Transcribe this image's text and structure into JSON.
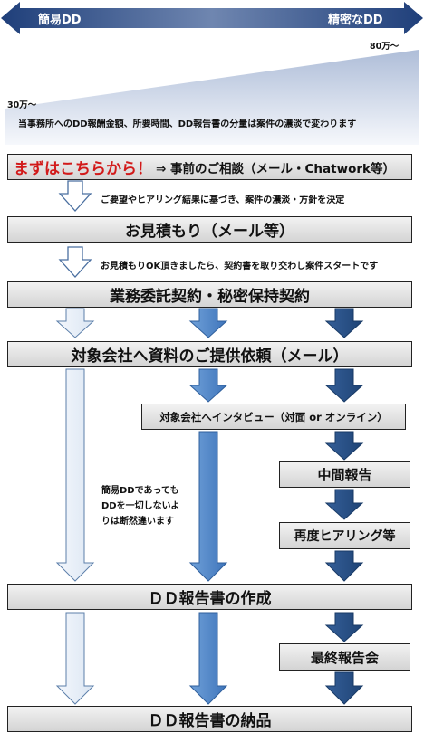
{
  "scale": {
    "left_label": "簡易DD",
    "right_label": "精密なDD",
    "price_high": "80万～",
    "price_low": "30万～",
    "caption": "当事務所へのDD報酬金額、所要時間、DD報告書の分量は案件の濃淡で変わります"
  },
  "steps": {
    "consult_highlight": "まずはこちらから！",
    "consult_rest": "⇒ 事前のご相談（メール・Chatwork等）",
    "consult_note": "ご要望やヒアリング結果に基づき、案件の濃淡・方針を決定",
    "estimate": "お見積もり（メール等）",
    "estimate_note": "お見積もりOK頂きましたら、契約書を取り交わし案件スタートです",
    "contract": "業務委託契約・秘密保持契約",
    "request": "対象会社へ資料のご提供依頼（メール）",
    "interview": "対象会社へインタビュー（対面 or オンライン）",
    "interim": "中間報告",
    "rehearing": "再度ヒアリング等",
    "report_create": "ＤＤ報告書の作成",
    "final_meeting": "最終報告会",
    "delivery": "ＤＤ報告書の納品"
  },
  "side_note": [
    "簡易DDであっても",
    "DDを一切しないよ",
    "りは断然違います"
  ],
  "colors": {
    "scale_arrow": "#2b4a86",
    "highlight_red": "#d21a1a",
    "light_arrow": "#e6eef8",
    "mid_arrow": "#4f86c8",
    "dark_arrow": "#274f85"
  }
}
